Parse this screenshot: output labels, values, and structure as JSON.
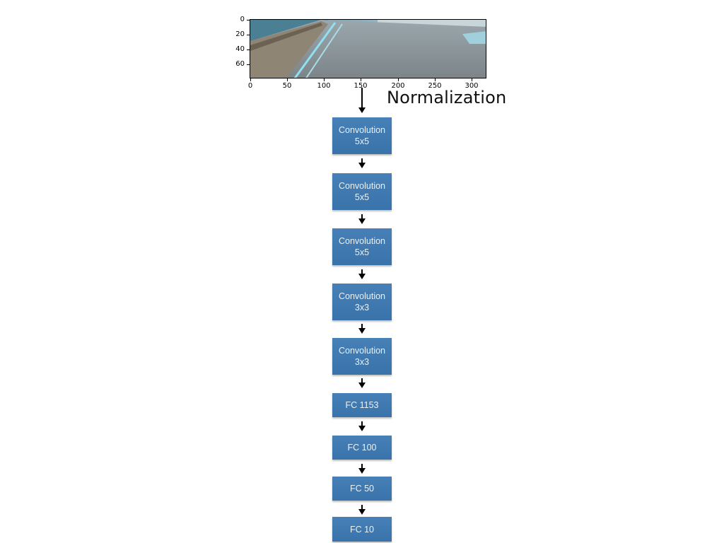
{
  "figure": {
    "image_axis": {
      "y_ticks": [
        "0",
        "20",
        "40",
        "60"
      ],
      "x_ticks": [
        "0",
        "50",
        "100",
        "150",
        "200",
        "250",
        "300"
      ]
    },
    "normalization_label": "Normalization"
  },
  "layers": [
    {
      "line1": "Convolution",
      "line2": "5x5"
    },
    {
      "line1": "Convolution",
      "line2": "5x5"
    },
    {
      "line1": "Convolution",
      "line2": "5x5"
    },
    {
      "line1": "Convolution",
      "line2": "3x3"
    },
    {
      "line1": "Convolution",
      "line2": "3x3"
    },
    {
      "line1": "FC 1153",
      "line2": ""
    },
    {
      "line1": "FC 100",
      "line2": ""
    },
    {
      "line1": "FC 50",
      "line2": ""
    },
    {
      "line1": "FC 10",
      "line2": ""
    }
  ],
  "colors": {
    "layer_fill": "#3f79b0",
    "layer_text": "#e9f1f9",
    "arrow": "#000000"
  }
}
